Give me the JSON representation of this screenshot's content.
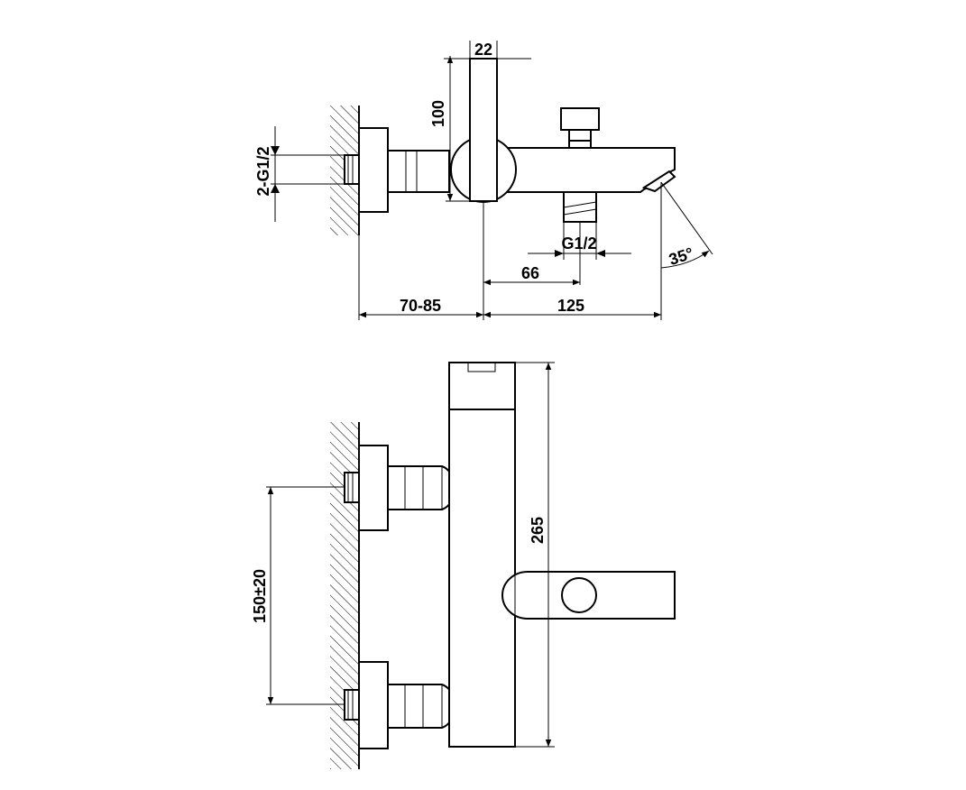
{
  "figure": {
    "type": "technical-dimension-drawing",
    "stroke_color": "#000000",
    "background_color": "#ffffff"
  },
  "top_view": {
    "dimensions": {
      "spout_width": "22",
      "lever_height": "100",
      "inlet_thread": "2-G1/2",
      "outlet_thread": "G1/2",
      "outlet_offset": "66",
      "wall_distance": "70-85",
      "spout_reach": "125",
      "spout_angle": "35°"
    }
  },
  "front_view": {
    "dimensions": {
      "inlet_spacing": "150±20",
      "total_height": "265"
    }
  }
}
